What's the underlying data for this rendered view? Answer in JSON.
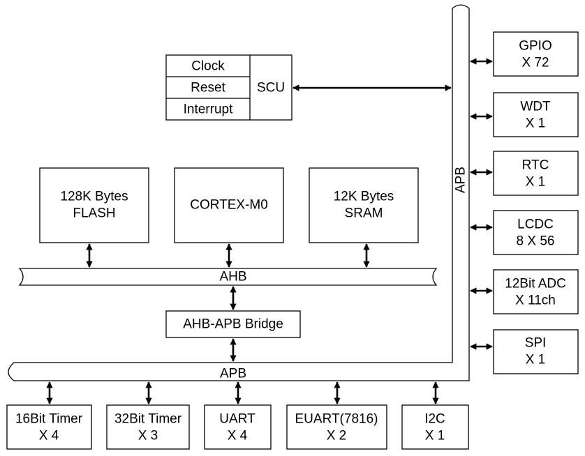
{
  "scu": {
    "rows": [
      "Clock",
      "Reset",
      "Interrupt"
    ],
    "label": "SCU"
  },
  "memory_core": {
    "flash": [
      "128K Bytes",
      "FLASH"
    ],
    "cpu": [
      "CORTEX-M0"
    ],
    "sram": [
      "12K Bytes",
      "SRAM"
    ]
  },
  "buses": {
    "ahb": "AHB",
    "bridge": "AHB-APB Bridge",
    "apb_horizontal": "APB",
    "apb_vertical": "APB"
  },
  "right_peripherals": [
    [
      "GPIO",
      "X 72"
    ],
    [
      "WDT",
      "X 1"
    ],
    [
      "RTC",
      "X 1"
    ],
    [
      "LCDC",
      "8 X 56"
    ],
    [
      "12Bit ADC",
      "X 11ch"
    ],
    [
      "SPI",
      "X 1"
    ]
  ],
  "bottom_peripherals": [
    [
      "16Bit Timer",
      "X 4"
    ],
    [
      "32Bit Timer",
      "X 3"
    ],
    [
      "UART",
      "X 4"
    ],
    [
      "EUART(7816)",
      "X 2"
    ],
    [
      "I2C",
      "X 1"
    ]
  ]
}
